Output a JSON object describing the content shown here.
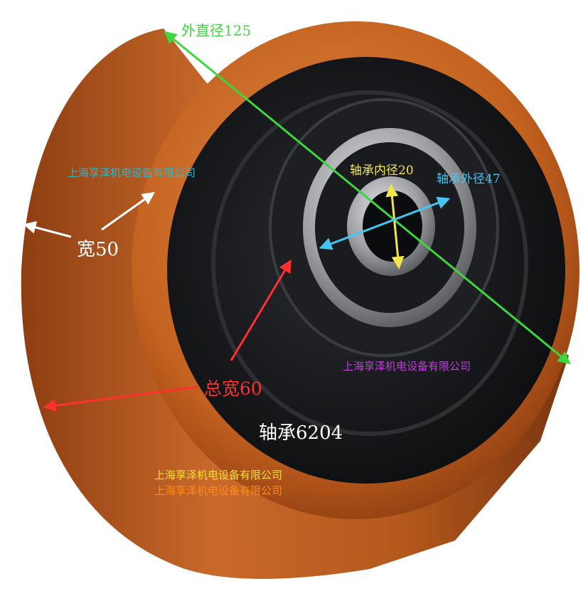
{
  "labels": {
    "outer_diameter": "外直径125",
    "bearing_inner_diameter": "轴承内径20",
    "bearing_outer_diameter": "轴承外径47",
    "width": "宽50",
    "total_width": "总宽60",
    "bearing_model": "轴承6204"
  },
  "watermarks": [
    "上海享泽机电设备有限公司",
    "上海享泽机电设备有限公司",
    "上海享泽机电设备有限公司",
    "上海享泽机电设备有限公司"
  ],
  "colors": {
    "outer_diameter_arrow": "#3ed63e",
    "bearing_inner_arrow": "#f3e64a",
    "bearing_outer_arrow": "#44c6f0",
    "width_arrow": "#ffffff",
    "total_width_arrow": "#ff3030",
    "polyurethane_tread": "#b4581c",
    "iron_core": "#141518",
    "bearing_metal": "#a9abaf"
  }
}
